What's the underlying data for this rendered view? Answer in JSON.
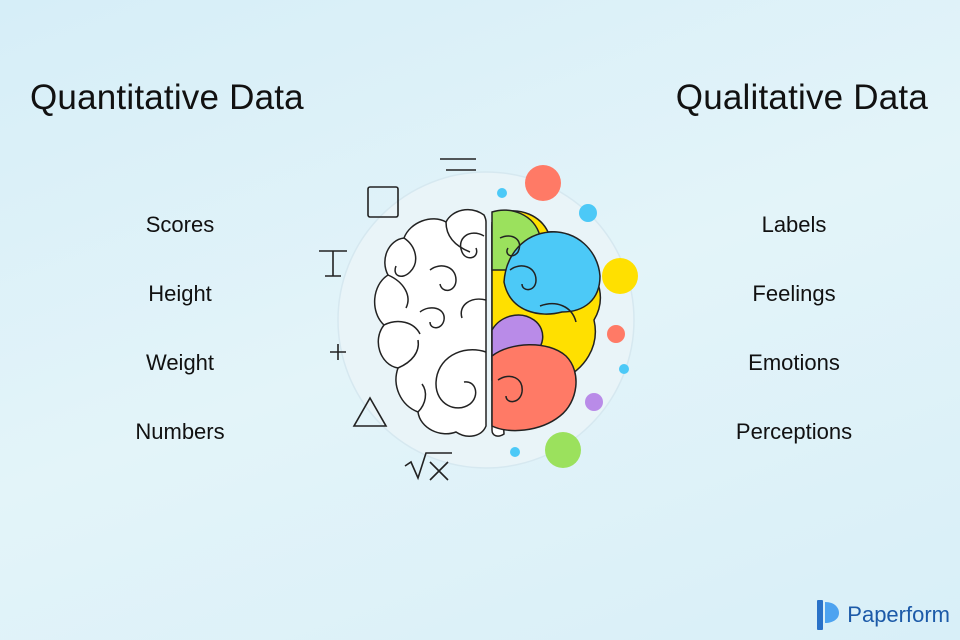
{
  "left": {
    "title": "Quantitative Data",
    "items": [
      "Scores",
      "Height",
      "Weight",
      "Numbers"
    ]
  },
  "right": {
    "title": "Qualitative Data",
    "items": [
      "Labels",
      "Feelings",
      "Emotions",
      "Perceptions"
    ]
  },
  "brand": {
    "name": "Paperform",
    "color": "#1c5aa8"
  },
  "colors": {
    "green": "#9be15d",
    "blue": "#4cc9f7",
    "yellow": "#ffe000",
    "purple": "#b98be8",
    "coral": "#ff7a66"
  }
}
